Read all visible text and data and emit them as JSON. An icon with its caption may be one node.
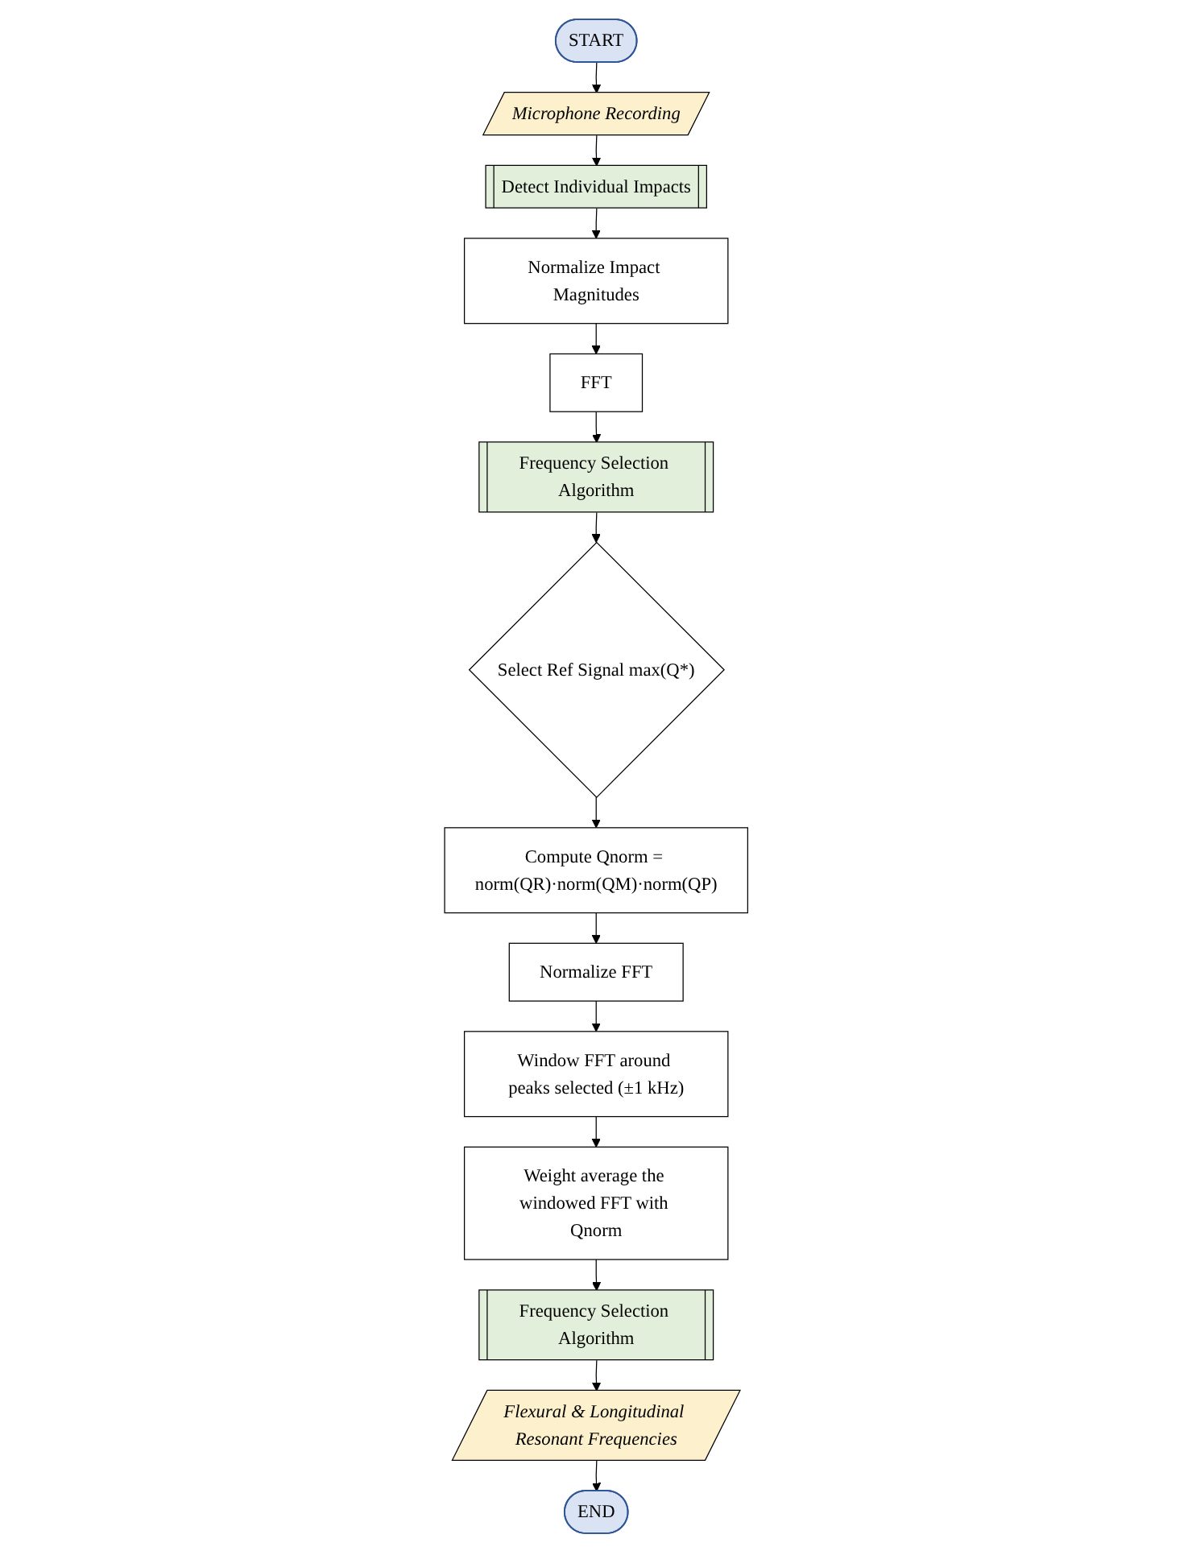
{
  "diagram": {
    "nodes": [
      {
        "text": [
          "START"
        ]
      },
      {
        "text": [
          "Microphone Recording"
        ]
      },
      {
        "text": [
          "Detect Individual Impacts"
        ]
      },
      {
        "text": [
          "Normalize Impact Magnitudes"
        ]
      },
      {
        "text": [
          "FFT"
        ]
      },
      {
        "text": [
          "Frequency Selection Algorithm"
        ]
      },
      {
        "text": [
          "Select Ref Signal max(Q*)"
        ]
      },
      {
        "text": [
          "Compute Qnorm = norm(QR)·norm(QM)·norm(QP)"
        ]
      },
      {
        "text": [
          "Normalize FFT"
        ]
      },
      {
        "text": [
          "Window FFT around peaks selected (±1 kHz)"
        ]
      },
      {
        "text": [
          "Weight average the windowed FFT with Qnorm"
        ]
      },
      {
        "text": [
          "Frequency Selection Algorithm"
        ]
      },
      {
        "text": [
          "Flexural & Longitudinal Resonant Frequencies"
        ]
      },
      {
        "text": [
          "END"
        ]
      }
    ],
    "edges": [
      {
        "from": 0,
        "to": 1,
        "arrow": "to"
      },
      {
        "from": 1,
        "to": 2,
        "arrow": "to"
      },
      {
        "from": 2,
        "to": 3,
        "arrow": "to"
      },
      {
        "from": 3,
        "to": 4,
        "arrow": "to"
      },
      {
        "from": 4,
        "to": 5,
        "arrow": "to"
      },
      {
        "from": 5,
        "to": 6,
        "arrow": "to"
      },
      {
        "from": 6,
        "to": 7,
        "arrow": "to"
      },
      {
        "from": 7,
        "to": 8,
        "arrow": "to"
      },
      {
        "from": 8,
        "to": 9,
        "arrow": "to"
      },
      {
        "from": 9,
        "to": 10,
        "arrow": "to"
      },
      {
        "from": 10,
        "to": 11,
        "arrow": "to"
      },
      {
        "from": 11,
        "to": 12,
        "arrow": "to"
      },
      {
        "from": 12,
        "to": 13,
        "arrow": "to"
      }
    ]
  }
}
